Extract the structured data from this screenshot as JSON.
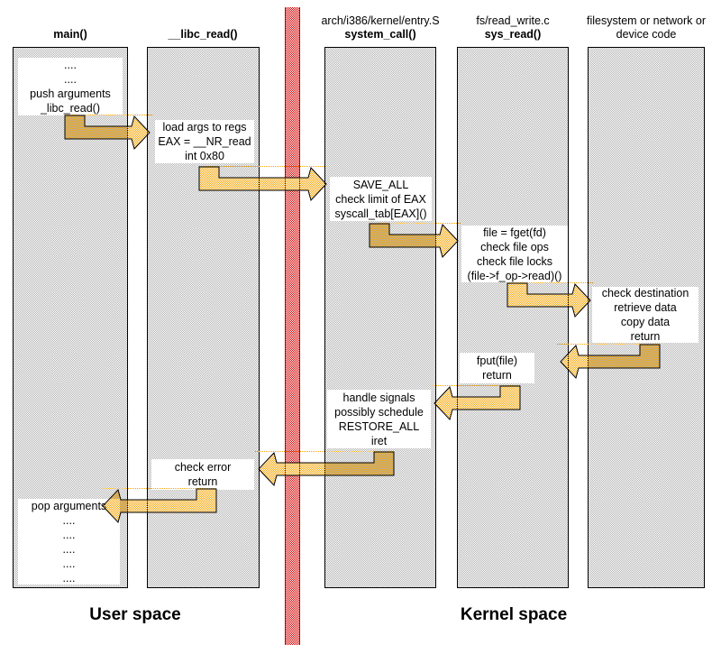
{
  "lanes": [
    {
      "func": "main()"
    },
    {
      "func": "__libc_read()"
    },
    {
      "file": "arch/i386/kernel/entry.S",
      "func": "system_call()"
    },
    {
      "file": "fs/read_write.c",
      "func": "sys_read()"
    },
    {
      "line1": "filesystem or network or",
      "line2": "device code"
    }
  ],
  "boxes": {
    "push_args": [
      "....",
      "....",
      "push arguments",
      "_libc_read()"
    ],
    "load_args": [
      "load args to regs",
      "EAX = __NR_read",
      "int 0x80"
    ],
    "save_all": [
      "SAVE_ALL",
      "check limit of EAX",
      "syscall_tab[EAX]()"
    ],
    "fget": [
      "file = fget(fd)",
      "check file ops",
      "check file locks",
      "(file->f_op->read)()"
    ],
    "device_read": [
      "check destination",
      "retrieve data",
      "copy data",
      "return"
    ],
    "fput": [
      "fput(file)",
      "return"
    ],
    "restore": [
      "handle signals",
      "possibly schedule",
      "RESTORE_ALL",
      "iret"
    ],
    "check_error": [
      "check error",
      "return"
    ],
    "pop_args": [
      "pop arguments",
      "....",
      "....",
      "....",
      "....",
      "...."
    ]
  },
  "labels": {
    "user_space": "User space",
    "kernel_space": "Kernel space"
  },
  "colors": {
    "lane_fill": "#b4b4b4",
    "barrier_red": "#d40000",
    "arrow_fill": "#f5a300",
    "arrow_outline": "#000000",
    "box_background": "#ffffff"
  }
}
